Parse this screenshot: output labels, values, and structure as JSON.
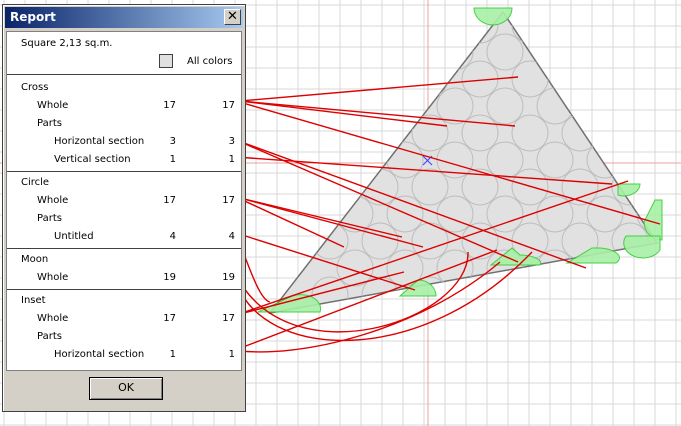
{
  "dialog": {
    "title": "Report",
    "close_glyph": "✕",
    "square_label": "Square 2,13 sq.m.",
    "all_colors_label": "All colors",
    "ok_label": "OK"
  },
  "sections": [
    {
      "name": "Cross",
      "rows": [
        {
          "label": "Whole",
          "v1": "17",
          "v2": "17"
        },
        {
          "label": "Parts",
          "v1": "",
          "v2": ""
        },
        {
          "label": "Horizontal section",
          "v1": "3",
          "v2": "3"
        },
        {
          "label": "Vertical section",
          "v1": "1",
          "v2": "1"
        }
      ]
    },
    {
      "name": "Circle",
      "rows": [
        {
          "label": "Whole",
          "v1": "17",
          "v2": "17"
        },
        {
          "label": "Parts",
          "v1": "",
          "v2": ""
        },
        {
          "label": "Untitled",
          "v1": "4",
          "v2": "4"
        }
      ]
    },
    {
      "name": "Moon",
      "rows": [
        {
          "label": "Whole",
          "v1": "19",
          "v2": "19"
        }
      ]
    },
    {
      "name": "Inset",
      "rows": [
        {
          "label": "Whole",
          "v1": "17",
          "v2": "17"
        },
        {
          "label": "Parts",
          "v1": "",
          "v2": ""
        },
        {
          "label": "Horizontal section",
          "v1": "1",
          "v2": "1"
        }
      ]
    }
  ],
  "colors": {
    "grid": "#d9d9d9",
    "axis": "#e9a0a0",
    "triangle_fill": "#e1e1e1",
    "circle_stroke": "#bdbdbd",
    "piece_fill": "#a8f0a8",
    "piece_stroke": "#33cc33",
    "leader": "#dd0000",
    "marker": "#4a4aff"
  },
  "icons": {
    "close": "close-icon",
    "swatch": "color-swatch",
    "center_marker": "cross-marker-icon"
  }
}
